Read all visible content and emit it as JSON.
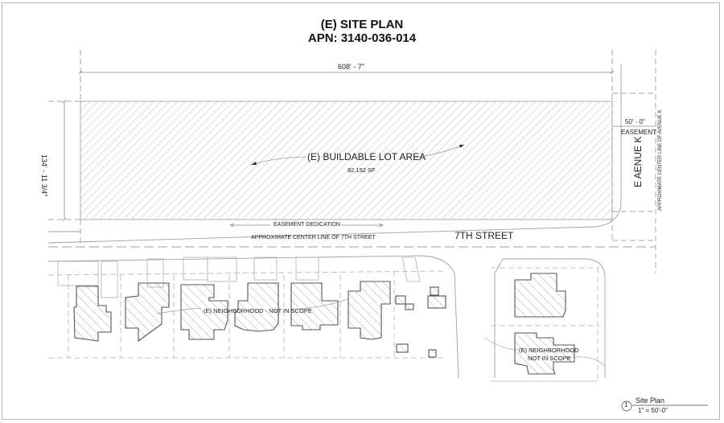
{
  "header": {
    "title": "(E) SITE PLAN",
    "apn": "APN: 3140-036-014"
  },
  "dimensions": {
    "lot_width": "608' - 7\"",
    "lot_depth": "134' - 11 3/4\"",
    "easement_width": "50' - 0\"",
    "easement_label": "EASEMENT"
  },
  "lot": {
    "label": "(E) BUILDABLE LOT AREA",
    "area": "82,152 SF"
  },
  "streets": {
    "seventh_street": "7TH STREET",
    "seventh_centerline": "APPROXIMATE CENTER LINE OF 7TH STREET",
    "easement_dedication": "EASEMENT DEDICATION",
    "avenue_k": "E AENUE K",
    "avenue_k_centerline": "APPROXIMATE CENTER LINE OF AVENUE K"
  },
  "neighborhood": {
    "label_left": "(E) NEIGHBORHOOD - NOT IN SCOPE",
    "label_right_line1": "(E) NEIGHBORHOOD",
    "label_right_line2": "NOT IN SCOPE"
  },
  "view_title": {
    "number": "1",
    "name": "Site Plan",
    "scale": "1\" = 50'-0\""
  },
  "colors": {
    "line": "#8a8a8a",
    "light_line": "#b8b8b8",
    "building_outline": "#555555",
    "hatch": "#9a9a9a",
    "text": "#222222"
  }
}
